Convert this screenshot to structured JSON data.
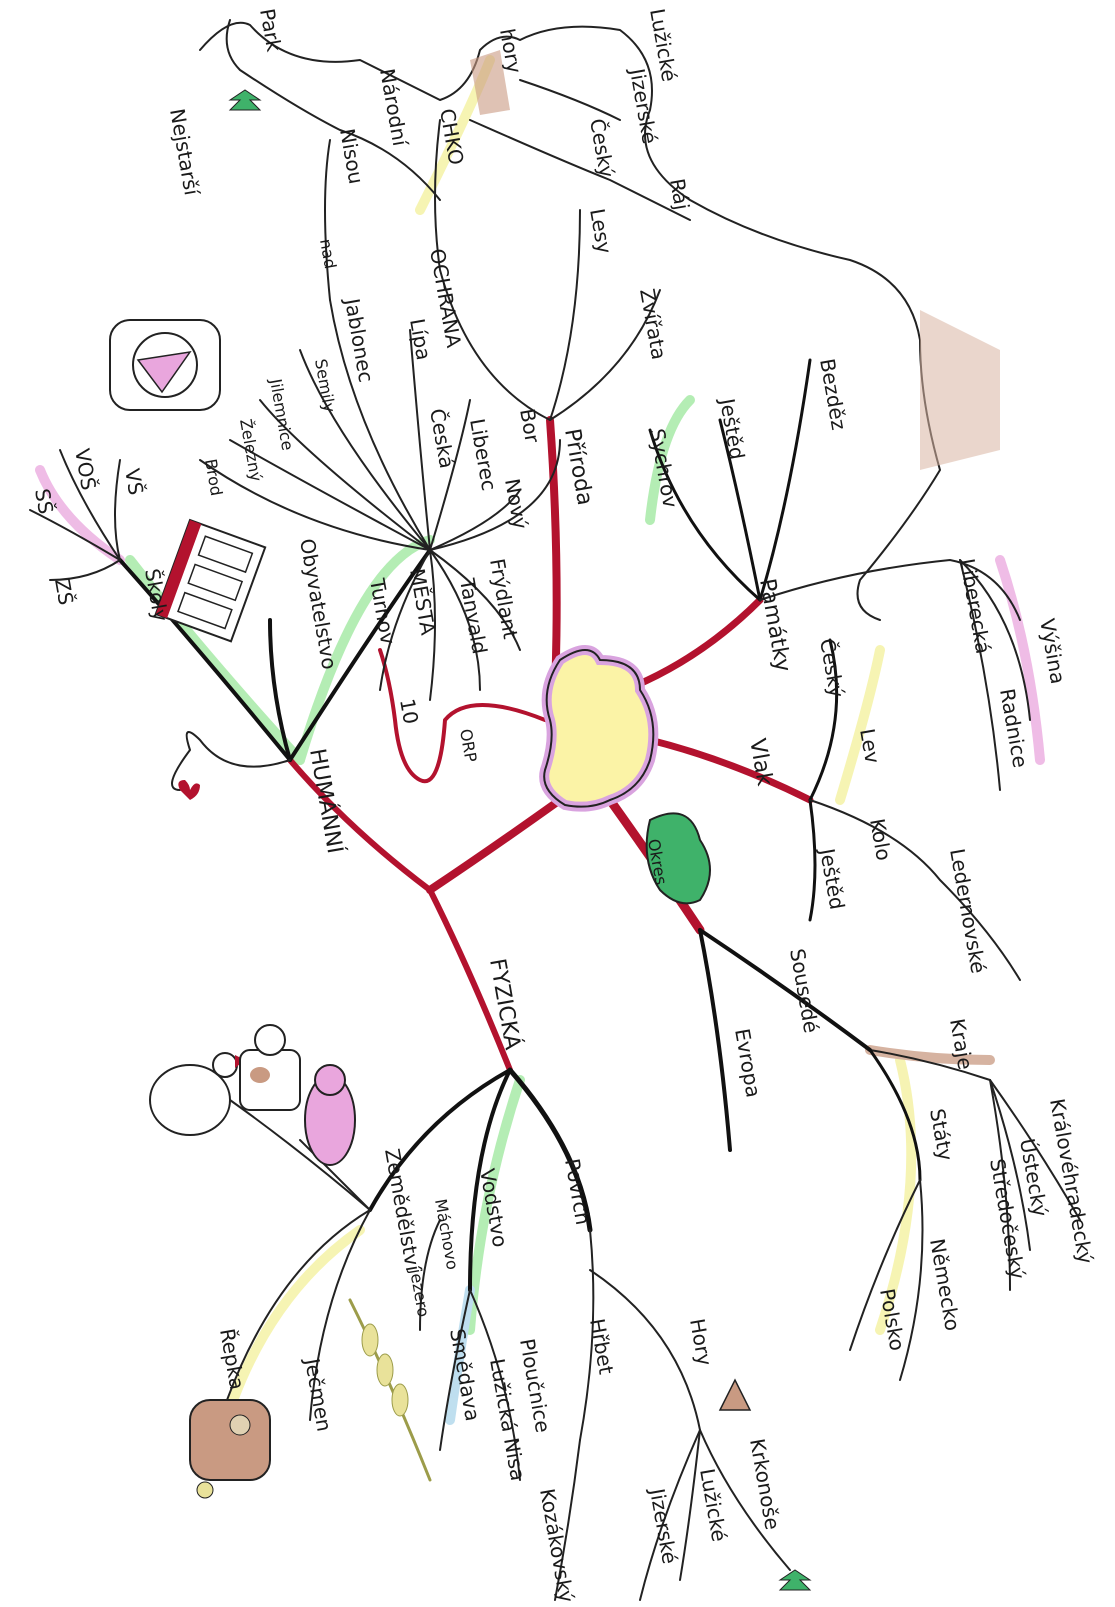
{
  "colors": {
    "main_branch": "#b3122e",
    "center_fill": "#fbf3a6",
    "center_outline": "#d9a3df",
    "branch_dark": "#111111",
    "highlight_green": "#9be79b",
    "highlight_yellow": "#f3f09a",
    "highlight_pink": "#e9a6dd",
    "highlight_blue": "#a9d4ea",
    "mountain_brown": "#c99a82",
    "district_green": "#3fb26a"
  },
  "center": {
    "icon": "region-map-outline"
  },
  "branches": {
    "priroda": {
      "label": "Příroda",
      "ochrana": {
        "label": "OCHRANA",
        "chko": {
          "label": "CHKO",
          "items": [
            "Lužické",
            "hory",
            "Jizerské",
            "Český",
            "Ráj"
          ]
        },
        "narodni_park": {
          "label": "Národní",
          "park": "Park",
          "note": "Nejstarší"
        }
      },
      "lesy": "Lesy",
      "zvirata": "Zvířata"
    },
    "pamatky": {
      "label": "Památky",
      "items": [
        "Bezděz",
        "Ještěd",
        "Sychrov"
      ],
      "liberecka": "Liberecká",
      "liberecka_items": [
        "Výšina",
        "Radnice"
      ]
    },
    "vlak": {
      "label": "Vlak",
      "cesky_lev": [
        "Český",
        "Lev"
      ],
      "kolo": "Kolo",
      "jested": "Ještěd",
      "ledernovske": "Ledernovské"
    },
    "sousedni": {
      "district_label": "Okres",
      "label": "Sousedé",
      "europa": "Evropa",
      "kraje": {
        "label": "Kraje",
        "items": [
          "Královéhradecký",
          "Ústecký",
          "Středočeský"
        ]
      },
      "staty": {
        "label": "Státy",
        "items": [
          "Německo",
          "Polsko"
        ]
      }
    },
    "fyzicka": {
      "label": "FYZICKÁ",
      "povrch": {
        "label": "Povrch",
        "hrbet": "Hřbet",
        "kozakovsky": "Kozákovský",
        "hory": "Hory",
        "hory_items": [
          "Krkonoše",
          "Lužické",
          "Jizerské"
        ]
      },
      "vodstvo": {
        "label": "Vodstvo",
        "items": [
          "Máchovo",
          "jezero",
          "Ploučnice",
          "Lužická Nisa",
          "Smědava"
        ]
      },
      "zemedelstvi": {
        "label": "Zemědělství",
        "items": [
          "Řepka",
          "Ječmen"
        ]
      }
    },
    "humanni": {
      "label": "HUMÁNNÍ",
      "orp": {
        "label": "ORP",
        "value": "10"
      },
      "mesta": {
        "label": "MĚSTA",
        "items": [
          "Česká",
          "Lípa",
          "Jablonec",
          "nad",
          "Nisou",
          "Semily",
          "Jilemnice",
          "Železný",
          "Brod",
          "Liberec",
          "Nový",
          "Bor",
          "Frýdlant",
          "Tanvald",
          "Turnov"
        ]
      },
      "obyvatelstvo": "Obyvatelstvo",
      "skoly": {
        "label": "Školy",
        "items": [
          "VŠ",
          "VOŠ",
          "SŠ",
          "ZŠ"
        ]
      }
    }
  }
}
